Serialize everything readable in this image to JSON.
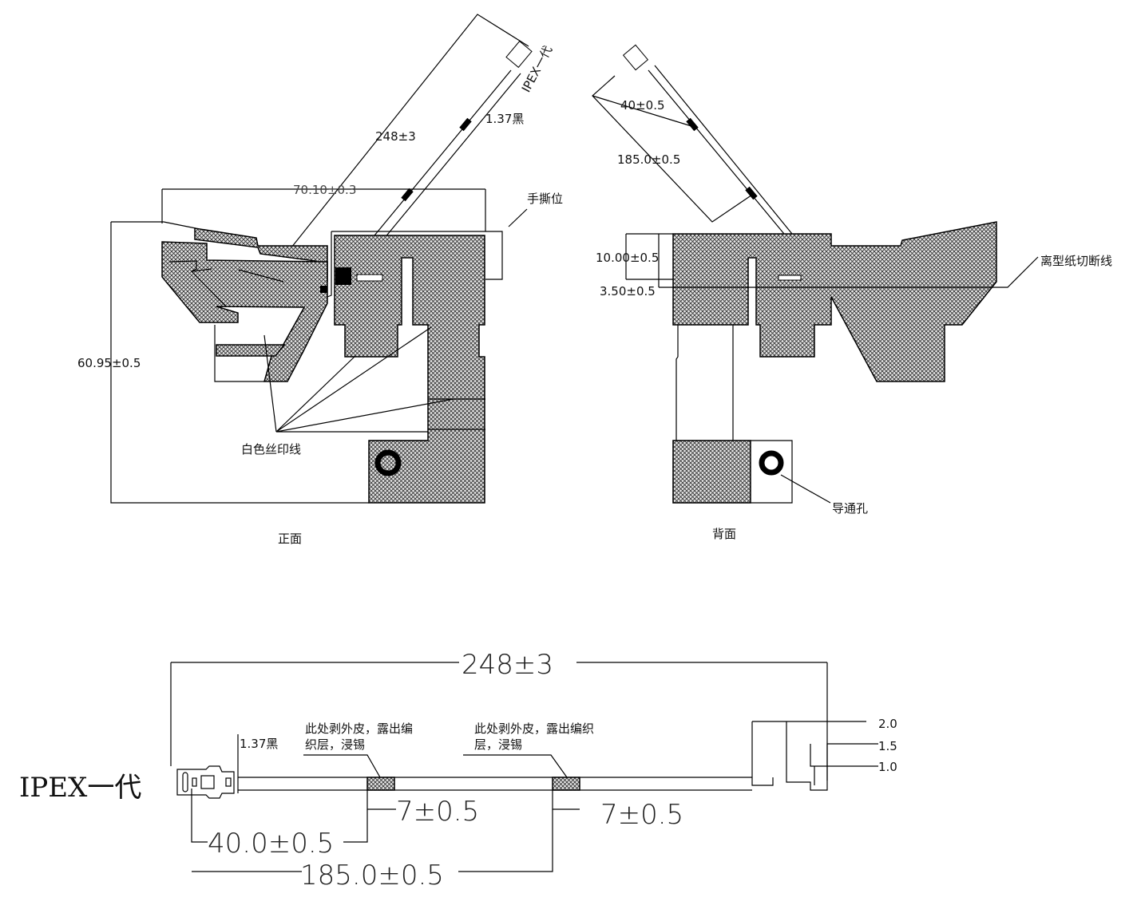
{
  "front_view": {
    "caption": "正面",
    "dim_width": "70.10±0.3",
    "dim_height": "60.95±0.5",
    "dim_cable": "248±3",
    "cable_label": "1.37黑",
    "connector_label": "IPEX一代",
    "tear_label": "手撕位",
    "silkscreen_label": "白色丝印线"
  },
  "back_view": {
    "caption": "背面",
    "dim_1": "40±0.5",
    "dim_2": "185.0±0.5",
    "dim_3": "10.00±0.5",
    "dim_4": "3.50±0.5",
    "cut_line_label": "离型纸切断线",
    "via_label": "导通孔"
  },
  "cable_view": {
    "connector_label": "IPEX一代",
    "total_length": "248±3",
    "cable_label": "1.37黑",
    "note_1_line1": "此处剥外皮，露出编",
    "note_1_line2": "织层，浸锡",
    "note_2_line1": "此处剥外皮，露出编织",
    "note_2_line2": "层，浸锡",
    "strip_1": "7±0.5",
    "strip_2": "7±0.5",
    "dist_1": "40.0±0.5",
    "dist_2": "185.0±0.5",
    "end_1": "2.0",
    "end_2": "1.5",
    "end_3": "1.0"
  }
}
